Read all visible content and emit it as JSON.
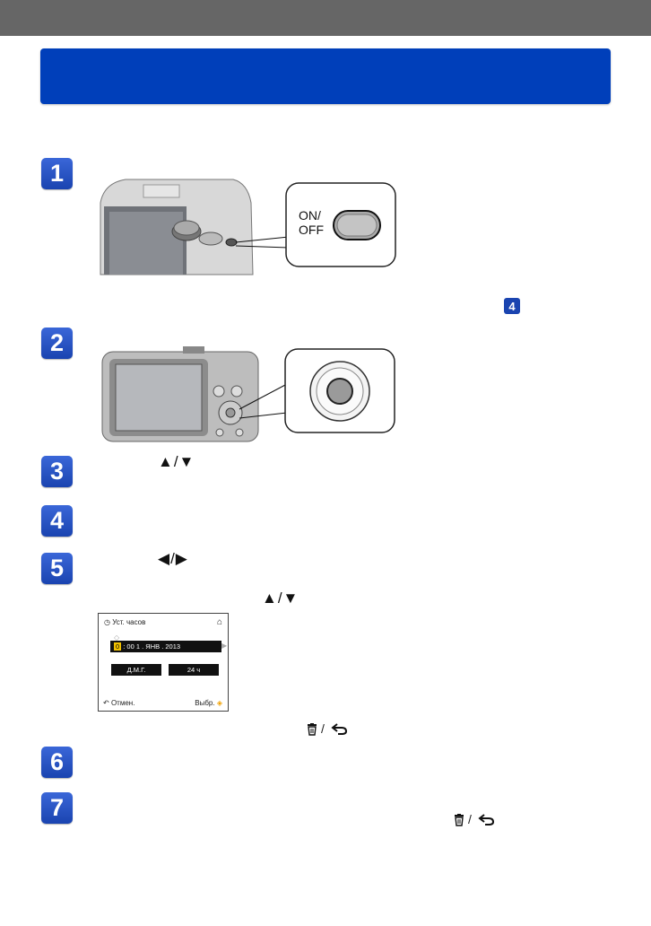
{
  "steps": [
    "1",
    "2",
    "3",
    "4",
    "5",
    "6",
    "7"
  ],
  "inline_ref": "4",
  "power_switch": {
    "label": "ON/\nOFF"
  },
  "glyphs": {
    "up_down": "▲/▼",
    "left_right": "◀/▶"
  },
  "clock_screen": {
    "title": "Уст. часов",
    "time_value": "0",
    "time_rest": ": 00    1 .  ЯНВ  . 2013",
    "date_format": "Д.М.Г.",
    "hour_format": "24 ч",
    "cancel": "Отмен.",
    "select": "Выбр."
  },
  "colors": {
    "header_gray": "#666666",
    "title_blue": "#003fba",
    "step_blue": "#1a44b0",
    "highlight": "#f0c000"
  }
}
